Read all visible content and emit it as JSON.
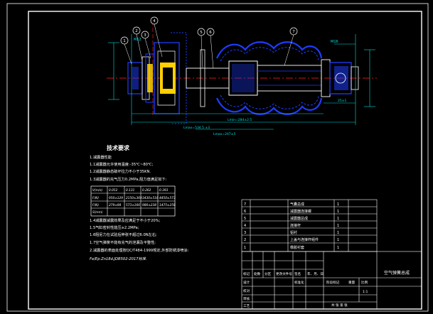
{
  "colors": {
    "background": "#000000",
    "frame": "#ffffff",
    "part_blue": "#1e3cff",
    "centerline": "#ff2020",
    "dimension": "#00e0e0",
    "highlight_yellow": "#ffd000",
    "text": "#ffffff"
  },
  "balloons": [
    "1",
    "2",
    "3",
    "4",
    "5",
    "6",
    "7"
  ],
  "tech_requirements": {
    "title": "技术要求",
    "lines": [
      "1.减震器性能",
      "1.1减震器允许使用温度:-35℃~80℃;",
      "1.2减震器静态破坏拉力不小于35KN.",
      "1.3减震器的充气压力0.2MPa,阻力值满足如下:",
      "1.4减震器减震效果及应满足于不小于20%;",
      "1.5气缸密封性能压≥2.2MPa;",
      "1.6阻尼力在试验后伸张不超过6.0N左右;",
      "1.7空气弹簧不能有充气的泄漏及平整性;",
      "2.减震器的表面处理按QC/T484-1999规定,外部防锈漆喷涂:",
      "Fe/Ep.Zn18d.JDB502-2017标准."
    ]
  },
  "data_table": {
    "header": [
      "V(m/s)",
      "0.052",
      "0.131",
      "0.262",
      "0.393"
    ],
    "rows": [
      [
        "F(N)",
        "950±129",
        "2150±369",
        "3430±516",
        "4450±573"
      ],
      [
        "F(N)",
        "279±98",
        "573±166",
        "986±238",
        "1475±258"
      ],
      [
        "S(mm)",
        "",
        "",
        "",
        ""
      ]
    ]
  },
  "parts_list": [
    {
      "no": "7",
      "name": "气囊总成",
      "qty": "1"
    },
    {
      "no": "6",
      "name": "减震器连接螺",
      "qty": "1"
    },
    {
      "no": "5",
      "name": "减震器总成",
      "qty": "1"
    },
    {
      "no": "4",
      "name": "连接杆",
      "qty": "1"
    },
    {
      "no": "3",
      "name": "铝衬",
      "qty": "1"
    },
    {
      "no": "2",
      "name": "上盖与连接杆组件",
      "qty": "1"
    },
    {
      "no": "1",
      "name": "橡胶衬套",
      "qty": "1"
    }
  ],
  "title_block": {
    "headers": [
      "标记",
      "处数",
      "分区",
      "更改文件号",
      "签名",
      "年、月、日"
    ],
    "rows": [
      "设计",
      "校对",
      "审核",
      "工艺"
    ],
    "standardize": "标准化",
    "stage": "阶段标记",
    "weight": "重量",
    "scale": "比例",
    "scale_value": "1:1",
    "drawing_title": "空气弹簧总成",
    "sheet": "共 张 第 张"
  },
  "dimensions": {
    "left_top": "M12",
    "right_top": "M16",
    "overall_min": "Lmin=284±2.5",
    "overall_total": "Lmax=534.5 ±3",
    "stroke": "Lmax=247±5",
    "right_length": "25±1"
  }
}
